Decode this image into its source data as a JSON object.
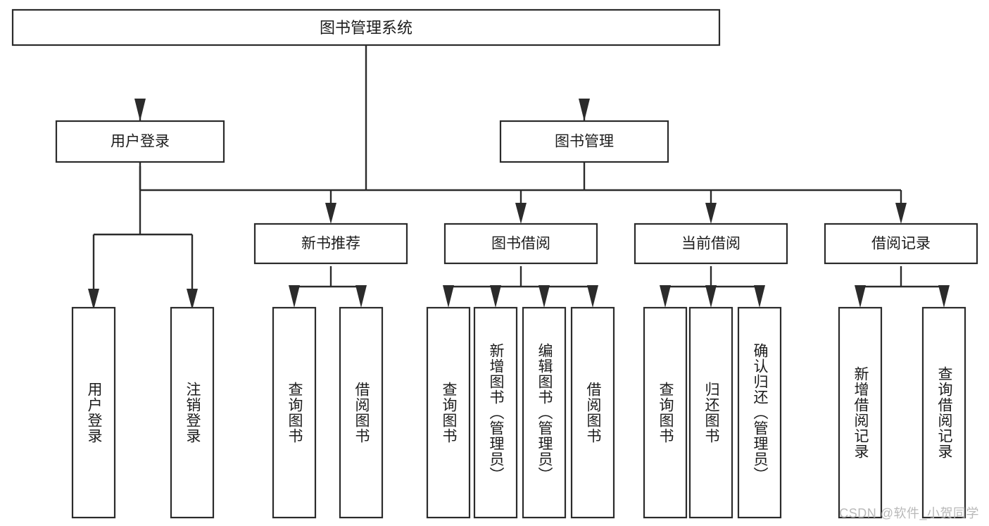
{
  "diagram": {
    "title": "图书管理系统",
    "type": "tree",
    "orientation": "top-down",
    "colors": {
      "box_stroke": "#2b2b2b",
      "box_fill": "#ffffff",
      "line": "#2b2b2b",
      "text": "#1c1c1c",
      "watermark": "#b9b9b9",
      "background": "#ffffff"
    },
    "root": {
      "label": "图书管理系统"
    },
    "level2": [
      {
        "label": "用户登录"
      },
      {
        "label": "图书管理"
      }
    ],
    "level3": [
      {
        "label": "新书推荐"
      },
      {
        "label": "图书借阅"
      },
      {
        "label": "当前借阅"
      },
      {
        "label": "借阅记录"
      }
    ],
    "leaves": {
      "user_login": [
        {
          "label": "用户登录"
        },
        {
          "label": "注销登录"
        }
      ],
      "new_book_recommend": [
        {
          "label": "查询图书"
        },
        {
          "label": "借阅图书"
        }
      ],
      "book_borrow": [
        {
          "label": "查询图书"
        },
        {
          "label": "新增图书（管理员）"
        },
        {
          "label": "编辑图书（管理员）"
        },
        {
          "label": "借阅图书"
        }
      ],
      "current_borrow": [
        {
          "label": "查询图书"
        },
        {
          "label": "归还图书"
        },
        {
          "label": "确认归还（管理员）"
        }
      ],
      "borrow_record": [
        {
          "label": "新增借阅记录"
        },
        {
          "label": "查询借阅记录"
        }
      ]
    }
  },
  "watermark": {
    "text": "CSDN @软件_小贺同学"
  }
}
